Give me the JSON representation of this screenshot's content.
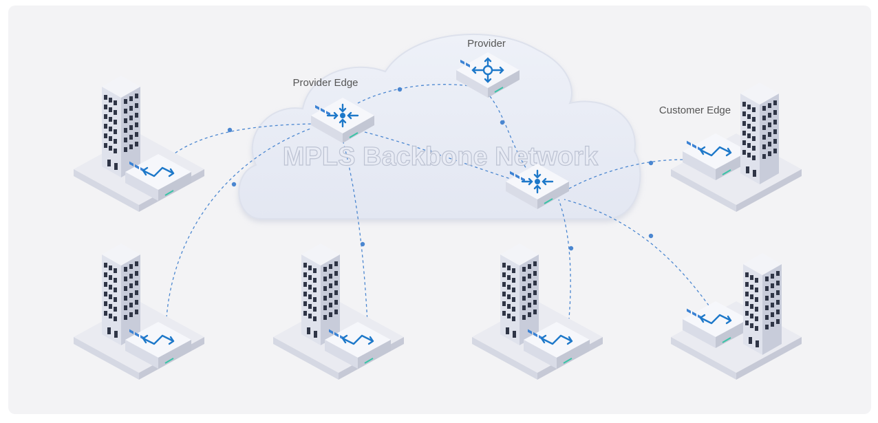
{
  "diagram": {
    "title": "MPLS Backbone Network",
    "labels": {
      "provider_edge": "Provider Edge",
      "provider": "Provider",
      "customer_edge": "Customer Edge"
    }
  },
  "colors": {
    "background": "#f3f3f5",
    "cloud_fill": "#eaedf6",
    "cloud_edge": "#d7dbe8",
    "link": "#4a86d0",
    "device_blue": "#1d78c9",
    "device_green": "#38c4a6",
    "building_dark": "#2b3141",
    "label_text": "#555555"
  },
  "icons": {
    "router": "router-arrows-icon",
    "provider": "provider-circle-arrows-icon",
    "switch": "switch-cross-arrows-icon",
    "building": "office-building-icon"
  }
}
